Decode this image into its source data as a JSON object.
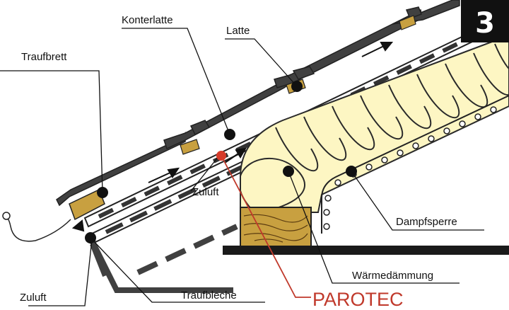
{
  "badge": "3",
  "labels": {
    "konterlatte": "Konterlatte",
    "latte": "Latte",
    "traufbrett": "Traufbrett",
    "zuluft_mid": "Zuluft",
    "dampfsperre": "Dampfsperre",
    "waermedaemmung": "Wärmedämmung",
    "zuluft_bottom": "Zuluft",
    "traufbleche": "Traufbleche",
    "parotec": "PAROTEC"
  },
  "colors": {
    "roof_tile": "#404040",
    "insulation_fill": "#fdf6c3",
    "insulation_stroke": "#2a2a2a",
    "wood": "#c8a040",
    "parotec_red": "#c0392b",
    "badge_bg": "#111111"
  }
}
